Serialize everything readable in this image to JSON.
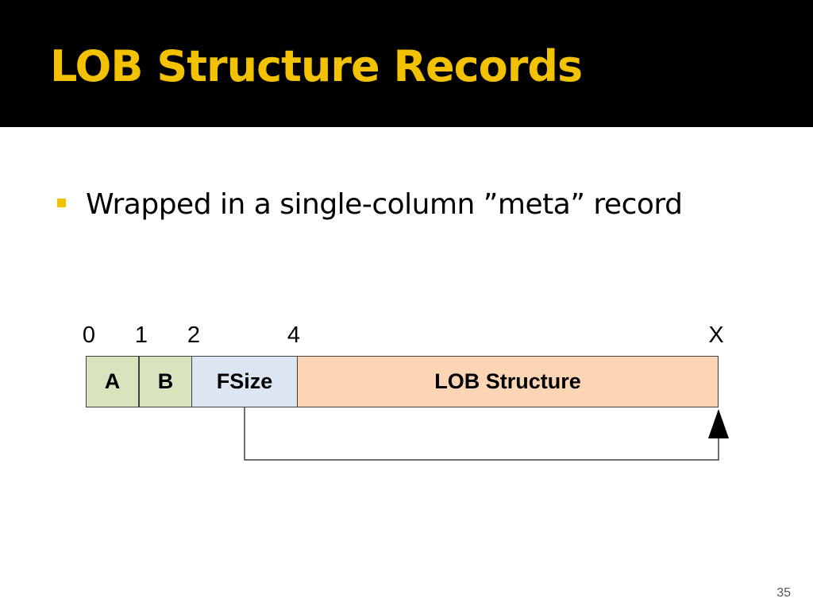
{
  "slide": {
    "title": "LOB Structure Records",
    "bullets": [
      "Wrapped in a single-column ”meta” record"
    ],
    "page_number": "35"
  },
  "diagram": {
    "ticks": [
      "0",
      "1",
      "2",
      "4",
      "X"
    ],
    "cells": [
      {
        "label": "A",
        "color": "#d7e4bd"
      },
      {
        "label": "B",
        "color": "#d7e4bd"
      },
      {
        "label": "FSize",
        "color": "#dce6f2"
      },
      {
        "label": "LOB Structure",
        "color": "#fcd5b5"
      }
    ]
  },
  "colors": {
    "title_bar": "#000000",
    "accent": "#f2c200"
  }
}
